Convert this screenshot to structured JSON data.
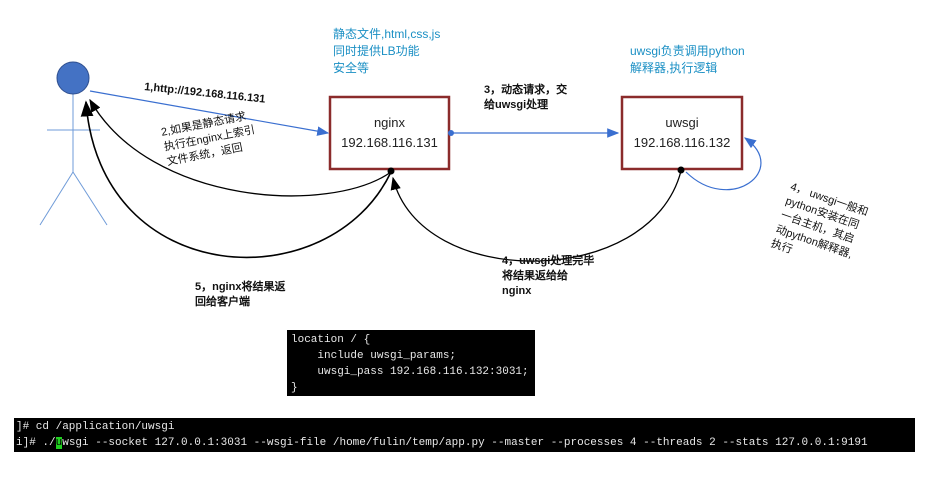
{
  "nginx_box": {
    "name": "nginx",
    "ip": "192.168.116.131"
  },
  "uwsgi_box": {
    "name": "uwsgi",
    "ip": "192.168.116.132"
  },
  "nginx_note": [
    "静态文件,html,css,js",
    "同时提供LB功能",
    "安全等"
  ],
  "uwsgi_note": [
    "uwsgi负责调用python",
    "解释器,执行逻辑"
  ],
  "step1": "1,http://192.168.116.131",
  "step2": [
    "2,如果是静态请求",
    "执行在nginx上索引",
    "文件系统，返回"
  ],
  "step3": [
    "3，动态请求，交",
    "给uwsgi处理"
  ],
  "step4_return": [
    "4，uwsgi处理完毕",
    "将结果返给给",
    "nginx"
  ],
  "step4_note": [
    "4， uwsgi一般和",
    "python安装在同",
    "一台主机，其启",
    "动python解释器,",
    "执行"
  ],
  "step5": [
    "5，nginx将结果返",
    "回给客户端"
  ],
  "nginx_config": [
    "location / {",
    "    include uwsgi_params;",
    "    uwsgi_pass 192.168.116.132:3031;",
    "}"
  ],
  "terminal": {
    "line1": "]# cd /application/uwsgi",
    "line2_prefix": "i]# ./",
    "line2_cursor": "u",
    "line2_rest": "wsgi --socket 127.0.0.1:3031 --wsgi-file /home/fulin/temp/app.py --master --processes 4 --threads 2 --stats 127.0.0.1:9191"
  },
  "colors": {
    "box_border": "#8b2b2b",
    "arrow_blue": "#3a6fd0",
    "note_blue": "#1a8fc4",
    "user_fill": "#4472c4",
    "user_lines": "#6f9bd8"
  }
}
